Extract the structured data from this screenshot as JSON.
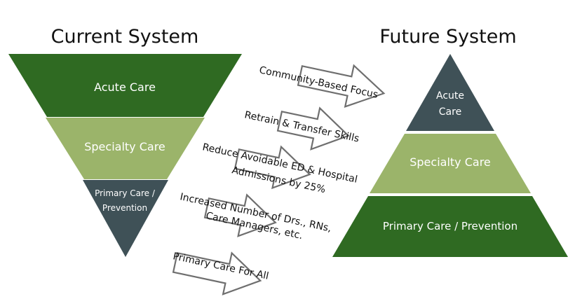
{
  "colors": {
    "dark_green": "#2f6a22",
    "light_green": "#9bb46a",
    "slate": "#3f5157",
    "arrow_stroke": "#6f6f6f",
    "text": "#111111",
    "label_text": "#ffffff"
  },
  "current_system": {
    "title": "Current System",
    "layers": [
      {
        "label": "Acute Care"
      },
      {
        "label": "Specialty Care"
      },
      {
        "label_line1": "Primary Care /",
        "label_line2": "Prevention"
      }
    ]
  },
  "future_system": {
    "title": "Future System",
    "layers": [
      {
        "label_line1": "Acute",
        "label_line2": "Care"
      },
      {
        "label": "Specialty Care"
      },
      {
        "label": "Primary Care / Prevention"
      }
    ]
  },
  "arrows": [
    {
      "line1": "Community-Based Focus"
    },
    {
      "line1": "Retrain & Transfer Skills"
    },
    {
      "line1": "Reduce Avoidable ED & Hospital",
      "line2": "Admissions by 25%"
    },
    {
      "line1": "Increased Number of Drs., RNs,",
      "line2": "Care Managers, etc."
    },
    {
      "line1": "Primary Care For All"
    }
  ]
}
